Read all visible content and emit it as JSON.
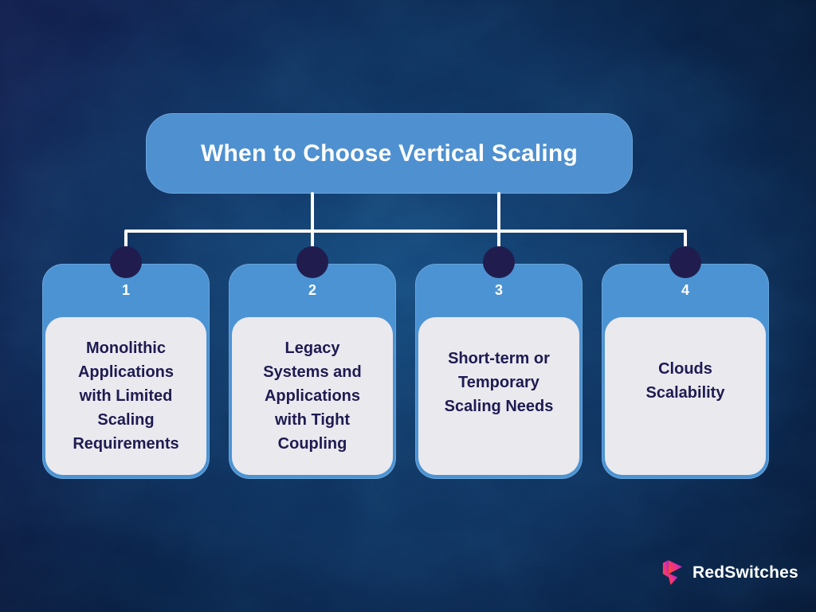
{
  "colors": {
    "background_navy": "#0b2a55",
    "title_blue": "#4e90d0",
    "card_header_blue": "#4c93d3",
    "card_body_gray": "#eae9ee",
    "card_text_navy": "#1e1b52",
    "connector_white": "#ffffff",
    "dot_navy": "#201d4e",
    "logo_gradient": [
      "#ff4a2d",
      "#ee2f90",
      "#9b2be0"
    ]
  },
  "title": {
    "text": "When to Choose Vertical Scaling"
  },
  "cards": [
    {
      "number": "1",
      "text": "Monolithic\nApplications\nwith Limited\nScaling\nRequirements"
    },
    {
      "number": "2",
      "text": "Legacy\nSystems and\nApplications\nwith Tight\nCoupling"
    },
    {
      "number": "3",
      "text": "Short-term or\nTemporary\nScaling Needs"
    },
    {
      "number": "4",
      "text": "Clouds\nScalability"
    }
  ],
  "footer": {
    "brand": "RedSwitches"
  }
}
